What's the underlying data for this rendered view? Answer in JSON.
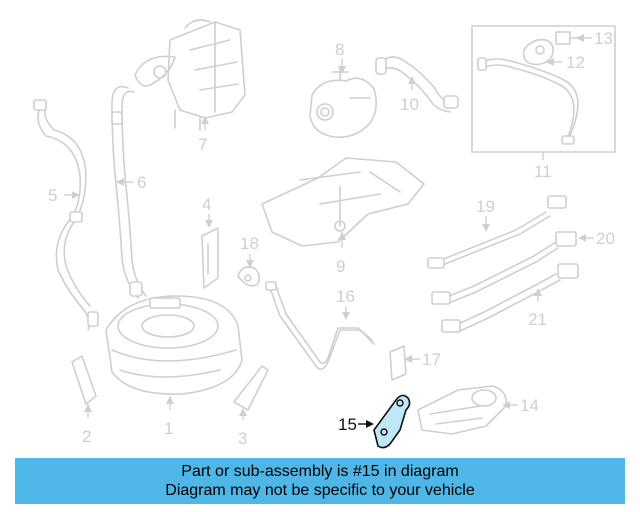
{
  "diagram": {
    "highlighted_part": "15",
    "callouts": {
      "c1": "1",
      "c2": "2",
      "c3": "3",
      "c4": "4",
      "c5": "5",
      "c6": "6",
      "c7": "7",
      "c8": "8",
      "c9": "9",
      "c10": "10",
      "c11": "11",
      "c12": "12",
      "c13": "13",
      "c14": "14",
      "c15": "15",
      "c16": "16",
      "c17": "17",
      "c18": "18",
      "c19": "19",
      "c20": "20",
      "c21": "21"
    },
    "colors": {
      "line_art": "#cfcfcf",
      "highlight_outline": "#111111",
      "highlight_fill": "#bfe7f5",
      "banner": "#4fb7e8"
    }
  },
  "banner": {
    "line1": "Part or sub-assembly is #15 in diagram",
    "line2": "Diagram may not be specific to your vehicle"
  }
}
